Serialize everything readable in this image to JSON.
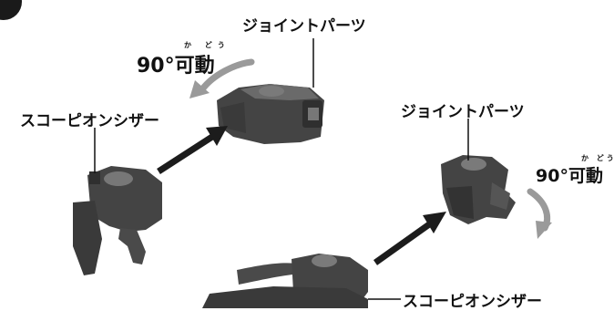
{
  "labels": {
    "joint_parts_top": "ジョイントパーツ",
    "joint_parts_right": "ジョイントパーツ",
    "scorpion_scissors_left": "スコーピオンシザー",
    "scorpion_scissors_bottom": "スコーピオンシザー"
  },
  "rotation": {
    "angle_text": "90°",
    "kanji": "可動",
    "ruby": "か どう"
  },
  "colors": {
    "part_dark": "#3a3a3a",
    "part_mid": "#555555",
    "part_light": "#7a7a7a",
    "arrow_black": "#1c1c1c",
    "rotation_arrow_gray": "#9a9a9a"
  }
}
